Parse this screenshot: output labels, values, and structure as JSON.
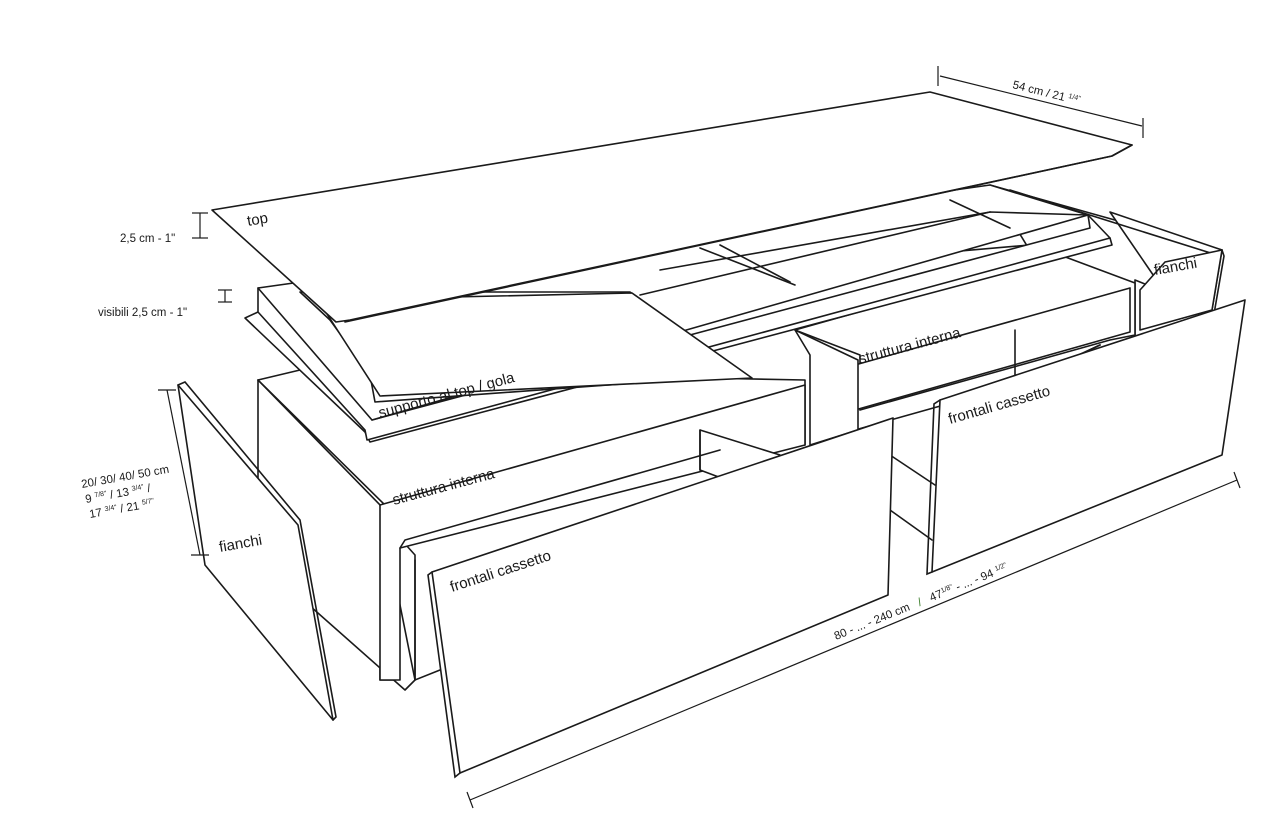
{
  "colors": {
    "line": "#1a1a1a",
    "background": "#ffffff",
    "slash_accent": "#3a7d2a"
  },
  "labels": {
    "top": "top",
    "supporto": "supporto al top / gola",
    "struttura_front": "struttura interna",
    "struttura_back": "struttura interna",
    "frontali_front": "frontali cassetto",
    "frontali_back": "frontali cassetto",
    "fianchi_left": "fianchi",
    "fianchi_right": "fianchi"
  },
  "dimensions": {
    "depth": {
      "main": "54 cm / 21 ",
      "sup": "1/4\""
    },
    "top_thickness": "2,5 cm -  1\"",
    "visible": "visibili 2,5 cm - 1\"",
    "height_cm": "20/ 30/ 40/ 50 cm",
    "height_in_1": {
      "a": "9 ",
      "a_sup": "7/8\"",
      "b": " / 13 ",
      "b_sup": "3/4\"",
      "c": " /"
    },
    "height_in_2": {
      "a": "17 ",
      "a_sup": "3/4\"",
      "b": " / 21 ",
      "b_sup": "5/7\""
    },
    "width": {
      "cm": "80 - ... - 240 cm   ",
      "slash": "/",
      "in_a": "   47",
      "in_a_sup": "1/8\"",
      "in_b": " - ... - 94 ",
      "in_b_sup": "1/2\""
    }
  }
}
